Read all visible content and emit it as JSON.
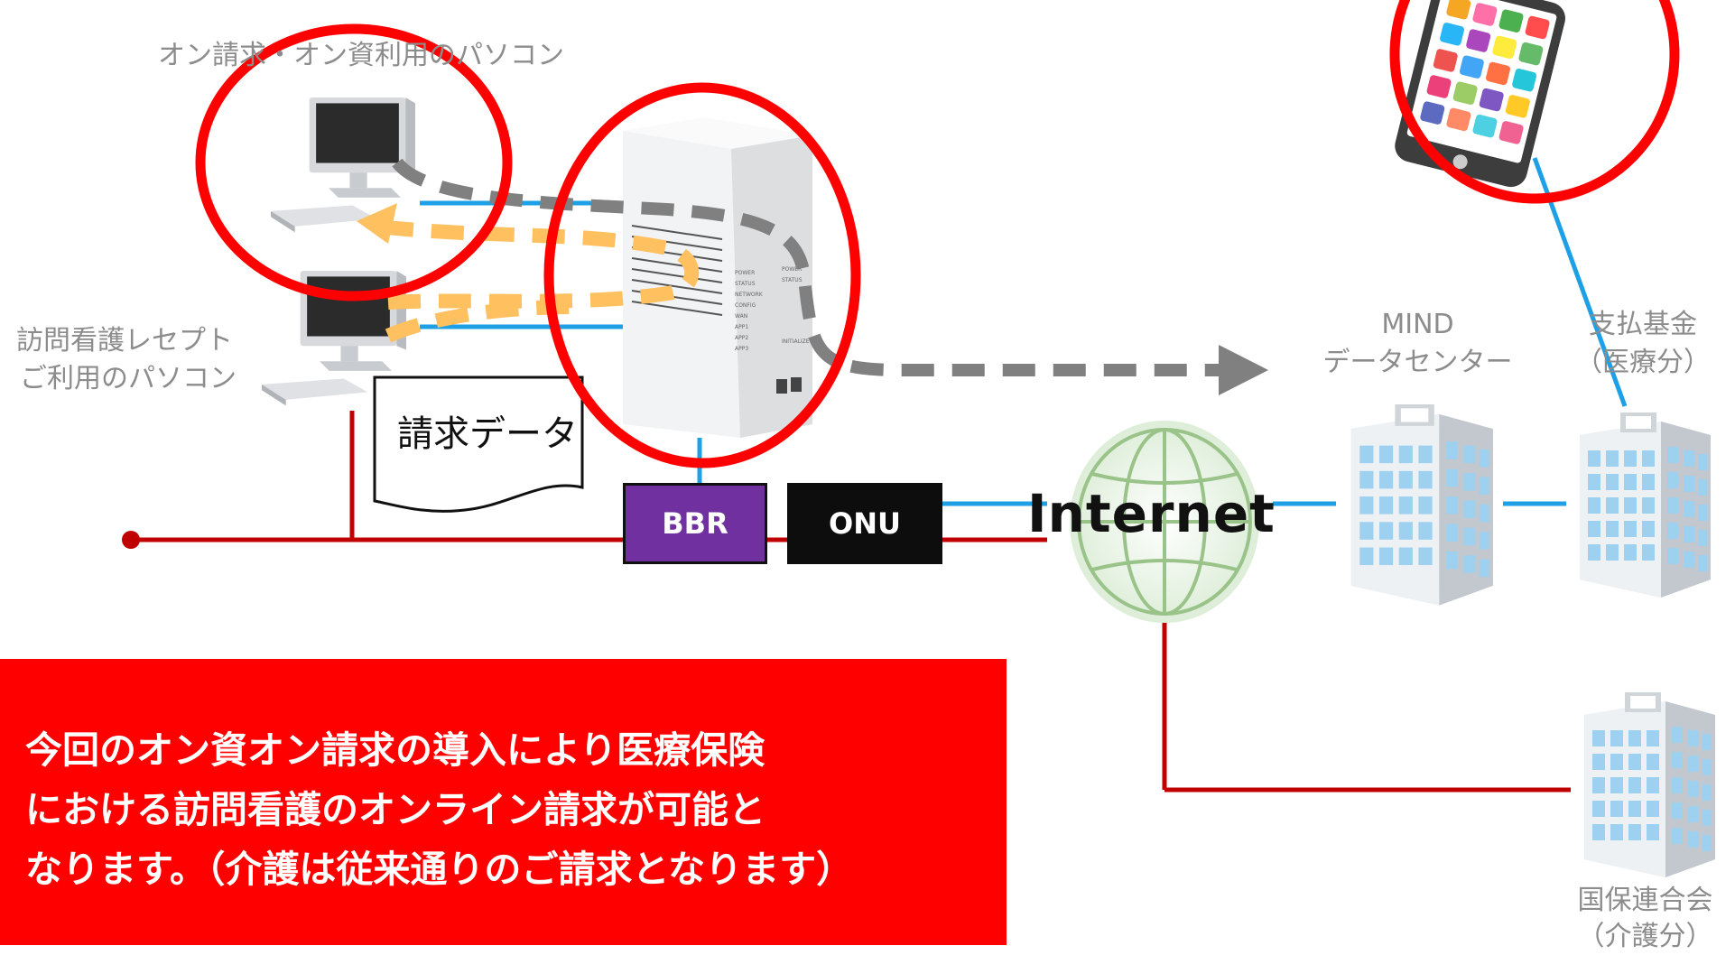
{
  "labels": {
    "online_pc": "オン請求・オン資利用のパソコン",
    "receipt_pc_line1": "訪問看護レセプト",
    "receipt_pc_line2": "ご利用のパソコン",
    "billing_doc": "請求データ",
    "bbr": "BBR",
    "onu": "ONU",
    "internet": "Internet",
    "mind_line1": "MIND",
    "mind_line2": "データセンター",
    "shiharai_line1": "支払基金",
    "shiharai_line2": "（医療分）",
    "kokuho_line1": "国保連合会",
    "kokuho_line2": "（介護分）",
    "router_leds": [
      "POWER",
      "STATUS",
      "NETWORK",
      "CONFIG",
      "WAN",
      "APP1",
      "APP2",
      "APP3"
    ],
    "router_side": [
      "POWER",
      "STATUS",
      "INITIALIZE"
    ]
  },
  "notice": {
    "text": "今回のオン資オン請求の導入により医療保険\nにおける訪問看護のオンライン請求が可能と\nなります。（介護は従来通りのご請求となります）"
  },
  "colors": {
    "highlight_circle": "#ff0000",
    "lan_line": "#1ea0e6",
    "wire_line": "#c00000",
    "flow_gray": "#808080",
    "flow_orange": "#ffc060",
    "bbr": "#7030a0",
    "onu": "#0d0d0d",
    "notice_bg": "#ff0000"
  },
  "icons": [
    "monitor-icon",
    "router-icon",
    "smartphone-icon",
    "globe-icon",
    "building-icon",
    "document-icon"
  ]
}
